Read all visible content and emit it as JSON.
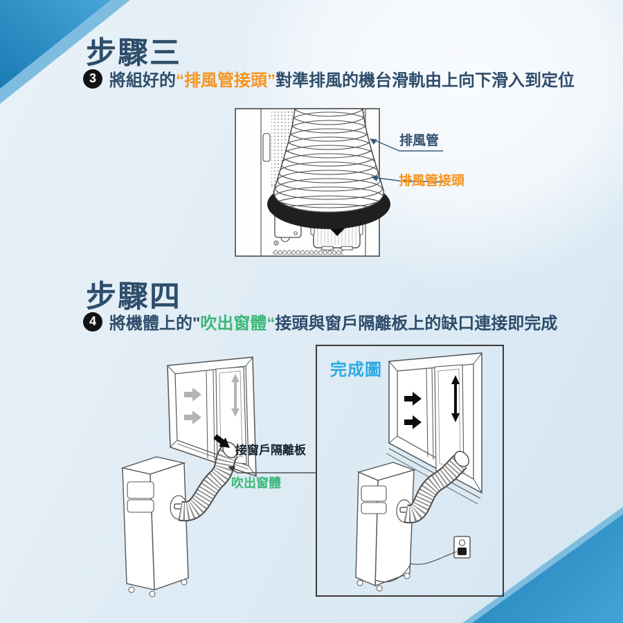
{
  "page": {
    "background": "#dfeaf4"
  },
  "colors": {
    "navy": "#2e4d6b",
    "orange": "#f7941d",
    "green": "#3bb878",
    "cyan": "#29abe2",
    "corner_blue_dark": "#1e81b9",
    "corner_blue_light": "#7fbde0"
  },
  "step3": {
    "heading": "步驟三",
    "badge": "3",
    "instruction": [
      {
        "t": "將組好的",
        "c": "navy"
      },
      {
        "t": "“排風管接頭”",
        "c": "orange"
      },
      {
        "t": "對準排風的機台滑軌由上向下滑入到定位",
        "c": "navy"
      }
    ],
    "labels": {
      "duct": "排風管",
      "duct_joint": "排風管接頭"
    }
  },
  "step4": {
    "heading": "步驟四",
    "badge": "4",
    "instruction": [
      {
        "t": "將機體上的\"",
        "c": "navy"
      },
      {
        "t": "吹出窗體“",
        "c": "green"
      },
      {
        "t": "接頭與窗戶隔離板上的缺口連接即完成",
        "c": "navy"
      }
    ],
    "labels": {
      "window_plate": "接窗戶隔離板",
      "blow_window": "吹出窗體",
      "done_title": "完成圖"
    }
  }
}
